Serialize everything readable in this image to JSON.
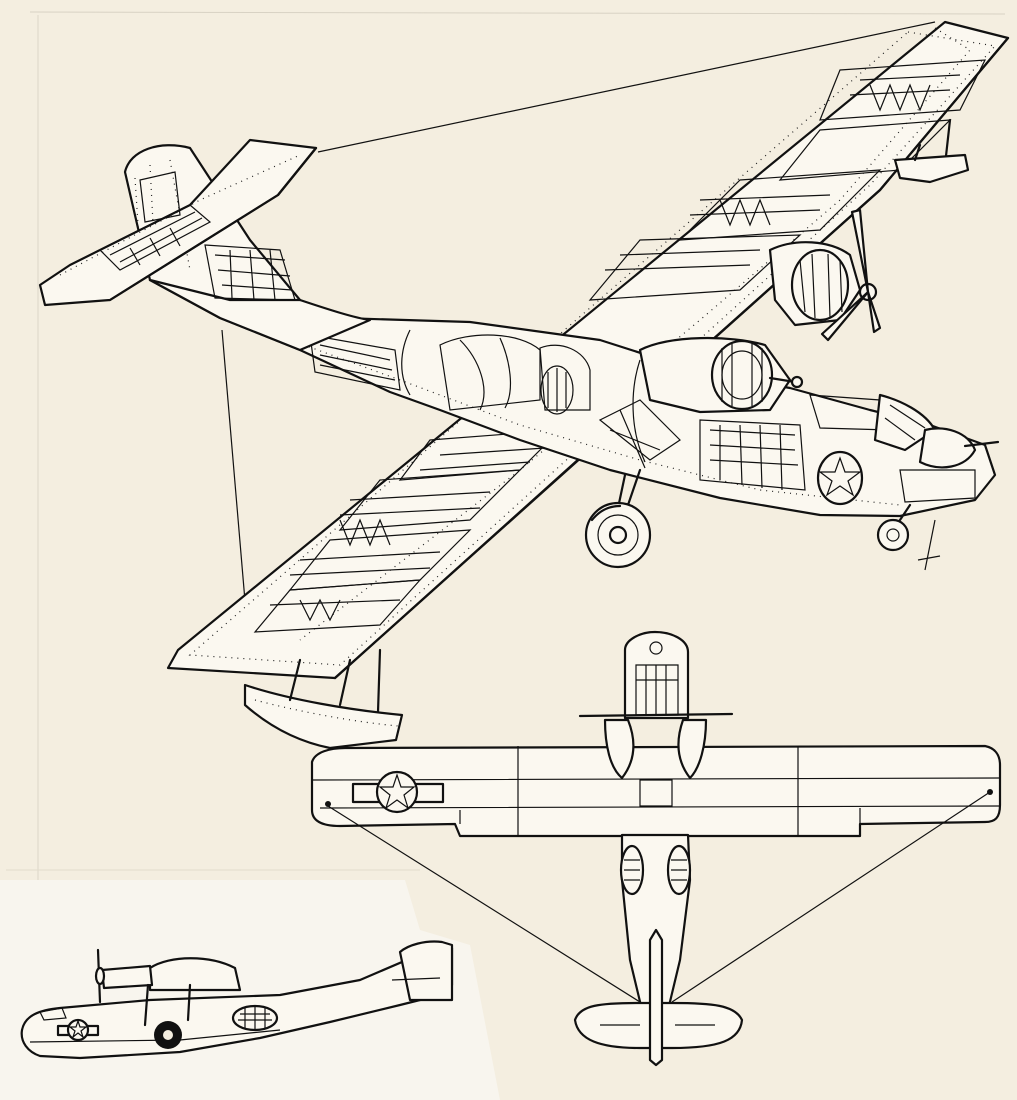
{
  "sheet": {
    "paper_color": "#f4eee0",
    "ink_color": "#111111",
    "insignia": "us-roundel-star"
  },
  "views": [
    "cutaway-perspective-view",
    "plan-view",
    "side-profile-view"
  ]
}
